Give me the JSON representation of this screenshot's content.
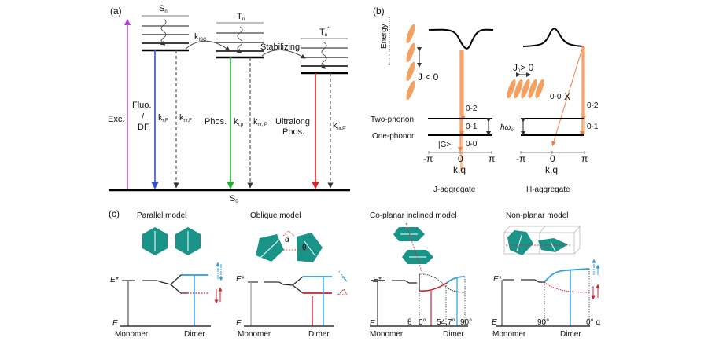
{
  "panel_a": {
    "label": "(a)",
    "states": {
      "sn": "S",
      "sn_sub": "n",
      "tn": "T",
      "tn_sub": "n",
      "tn_star": "T",
      "tn_star_sub": "n",
      "tn_star_sup": "*",
      "s0": "S",
      "s0_sub": "0"
    },
    "labels": {
      "exc": "Exc.",
      "fluo_1": "Fluo.",
      "fluo_2": "/",
      "fluo_3": "DF",
      "krf": "k",
      "krf_sub": "r,F",
      "knrf": "k",
      "knrf_sub": "nr,F",
      "kisc": "k",
      "kisc_sub": "ISC",
      "stabilizing": "Stabilizing",
      "phos": "Phos.",
      "krp": "k",
      "krp_sub": "r,p",
      "knrp": "k",
      "knrp_sub": "nr, P",
      "ultralong_1": "Ultralong",
      "ultralong_2": "Phos.",
      "knrpp": "k",
      "knrpp_sub": "nr,P'"
    },
    "colors": {
      "exc": "#b040d0",
      "fluo": "#3050d0",
      "phos": "#20b030",
      "ultralong": "#e02020",
      "nonrad": "#555555"
    }
  },
  "panel_b": {
    "label": "(b)",
    "energy_label": "Energy",
    "j_label": "J < 0",
    "h_label": "J",
    "h_label_sub": "0",
    "h_label_rest": "> 0",
    "two_phonon": "Two-phonon",
    "one_phonon": "One-phonon",
    "ground": "|G>",
    "transitions_j": [
      "0-2",
      "0-1",
      "0-0"
    ],
    "transitions_h": [
      "0-0",
      "X",
      "0-2",
      "0-1"
    ],
    "hbar_omega": "ħω",
    "hbar_sub": "e",
    "ticks": [
      "-π",
      "0",
      "π"
    ],
    "axis_label": "k,q",
    "j_title": "J-aggregate",
    "h_title": "H-aggregate",
    "colors": {
      "ellipse": "#f4a060",
      "transition": "#f08040"
    }
  },
  "panel_c": {
    "label": "(c)",
    "models": [
      {
        "title": "Parallel model",
        "xlabel_left": "Monomer",
        "xlabel_right": "Dimer"
      },
      {
        "title": "Oblique model",
        "xlabel_left": "Monomer",
        "xlabel_right": "Dimer",
        "alpha": "α",
        "theta": "θ"
      },
      {
        "title": "Co-planar inclined model",
        "xlabel_left": "Monomer",
        "xlabel_right": "Dimer",
        "angle_labels": [
          "θ",
          "0°",
          "54.7°",
          "90°"
        ]
      },
      {
        "title": "Non-planar model",
        "xlabel_left": "Monomer",
        "xlabel_right": "Dimer",
        "angle_labels": [
          "90°",
          "0° α"
        ]
      }
    ],
    "e_star": "E*",
    "e": "E",
    "colors": {
      "molecule": "#1a9488",
      "upper": "#2aa0e0",
      "lower": "#d02030"
    }
  }
}
